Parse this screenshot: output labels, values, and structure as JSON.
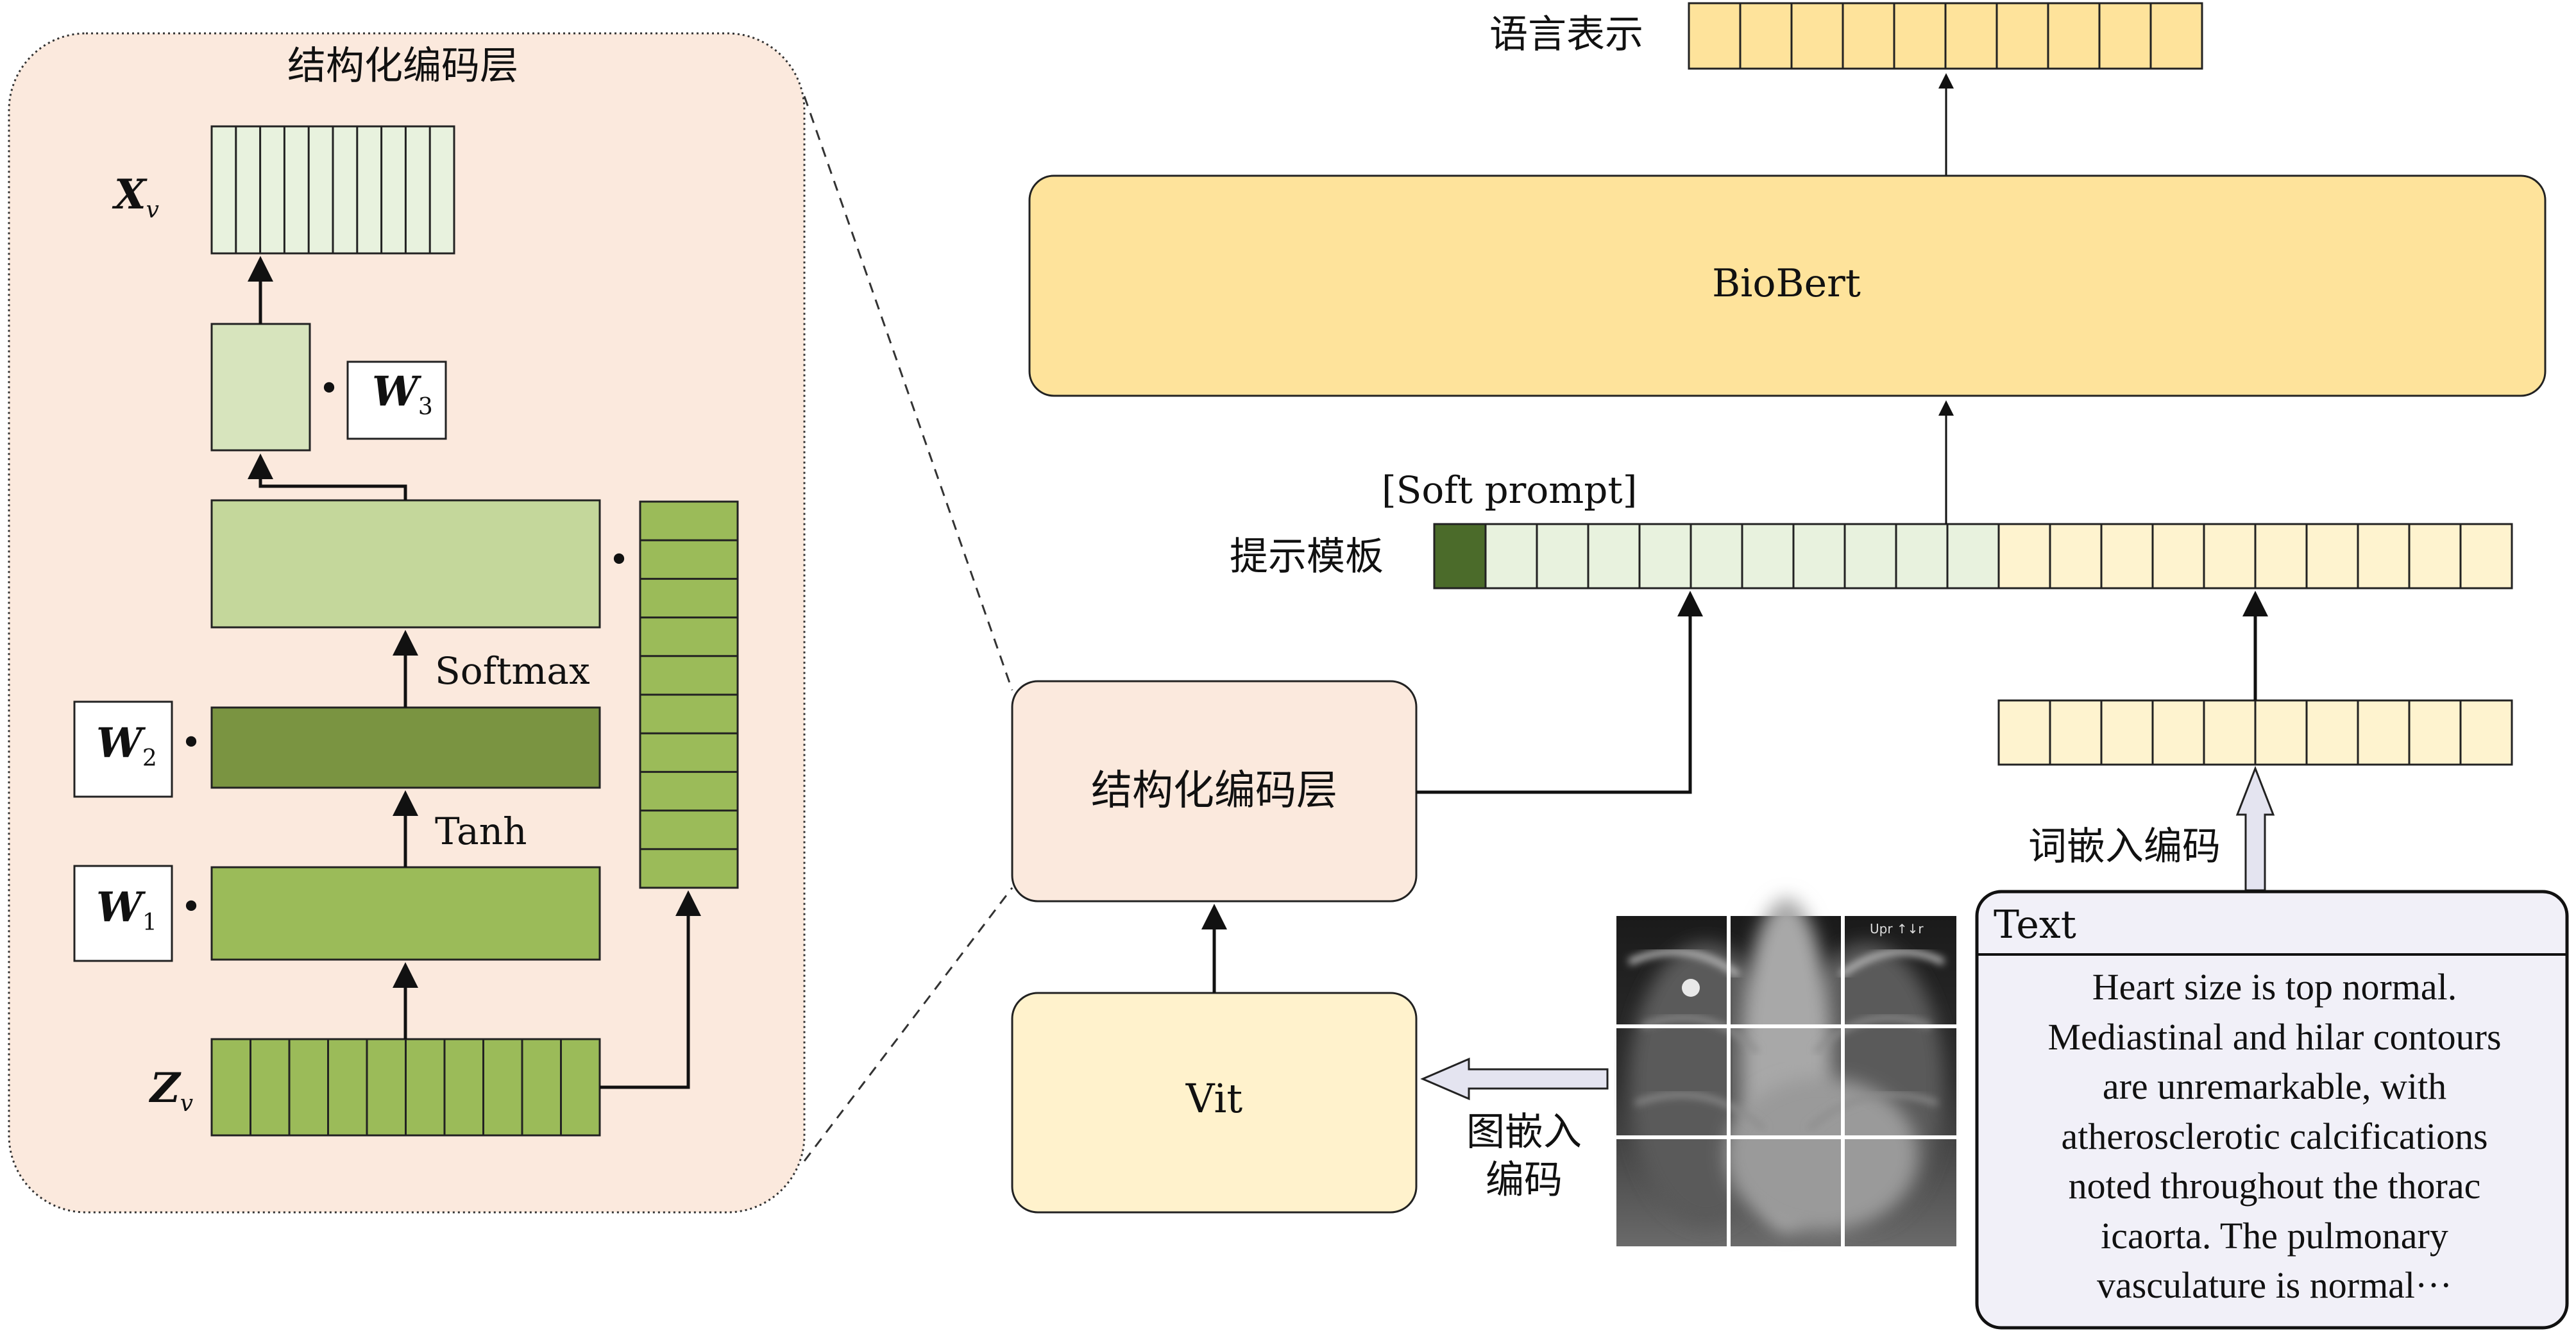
{
  "encoder_panel": {
    "title": "结构化编码层",
    "x_label": "X",
    "x_sub": "v",
    "z_label": "Z",
    "z_sub": "v",
    "w1_label": "W",
    "w1_sub": "1",
    "w2_label": "W",
    "w2_sub": "2",
    "w3_label": "W",
    "w3_sub": "3",
    "dot": "•",
    "tanh_label": "Tanh",
    "softmax_label": "Softmax"
  },
  "pipeline": {
    "output_label": "语言表示",
    "biobert_label": "BioBert",
    "soft_prompt_label": "[Soft prompt]",
    "prompt_template_label": "提示模板",
    "struct_encoder_label": "结构化编码层",
    "vit_label": "Vit",
    "image_embed_label_line1": "图嵌入",
    "image_embed_label_line2": "编码",
    "word_embed_label": "词嵌入编码",
    "xray_corner_text": "Upr ↑↓r",
    "text_box": {
      "title": "Text",
      "lines": [
        "Heart size is top normal.",
        "Mediastinal and hilar contours",
        "are unremarkable, with",
        "atherosclerotic calcifications",
        "noted throughout the thorac",
        "icaorta. The pulmonary",
        "vasculature is normal···"
      ]
    }
  },
  "colors": {
    "panel_fill": "#fbe9dd",
    "yellow": "#fee39b",
    "light_yellow": "#fff2cc",
    "pale_yellow": "#fef3cf",
    "light_green": "#e8f2de",
    "dark_green": "#4b6b2a",
    "green": "#9bbb59",
    "mid_green": "#7a9441",
    "pale_green": "#c4d79b",
    "paler_green": "#d7e4bd",
    "lavender": "#f1f0f8"
  }
}
